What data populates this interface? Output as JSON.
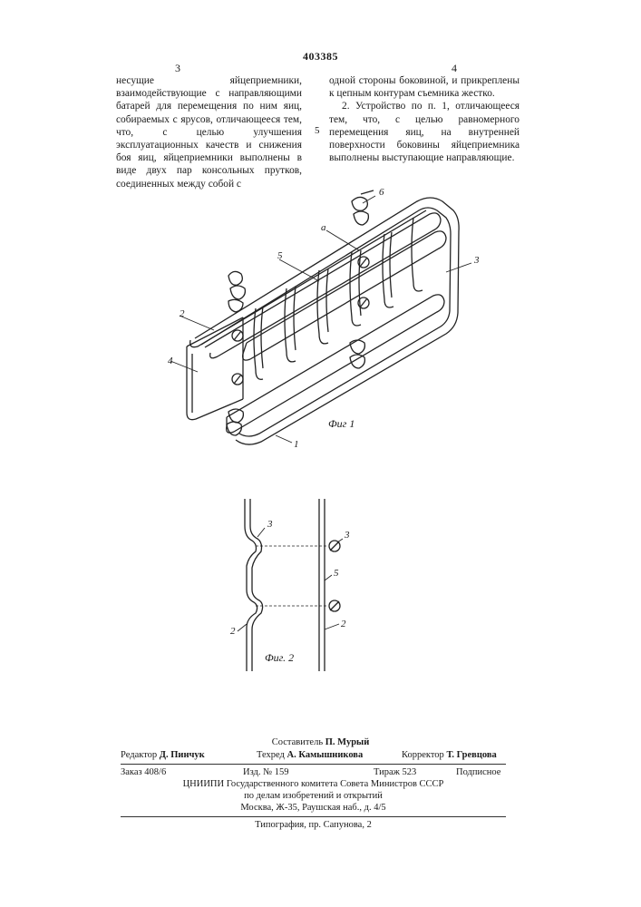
{
  "header": {
    "patent_number": "403385",
    "left_col_number": "3",
    "right_col_number": "4",
    "line_marker": "5"
  },
  "left_column": [
    "несущие яйцеприемники, взаимодействующие с направляющими батарей для перемещения по ним яиц, собираемых с ярусов, отличающееся тем, что, с целью улучшения эксплуатационных качеств и снижения боя яиц, яйцеприемники выполнены в виде двух пар консольных прутков, соединенных между собой с"
  ],
  "right_column": [
    "одной стороны боковиной, и прикреплены к цепным контурам съемника жестко.",
    "2. Устройство по п. 1, отличающееся тем, что, с целью равномерного перемещения яиц, на внутренней поверхности боковины яйцеприемника выполнены выступающие направляющие."
  ],
  "figures": {
    "fig1": {
      "caption": "Фиг 1",
      "callouts": {
        "c1": "1",
        "c2": "2",
        "c3": "3",
        "c4": "4",
        "c5": "5",
        "c6": "6",
        "ca": "а"
      }
    },
    "fig2": {
      "caption": "Фиг. 2",
      "callouts": {
        "l3": "3",
        "l2": "2",
        "r3": "3",
        "r5": "5",
        "r2": "2"
      }
    }
  },
  "footer": {
    "compiler_label": "Составитель",
    "compiler_name": "П. Мурый",
    "editor_label": "Редактор",
    "editor_name": "Д. Пинчук",
    "techred_label": "Техред",
    "techred_name": "А. Камышникова",
    "corrector_label": "Корректор",
    "corrector_name": "Т. Гревцова",
    "order": "Заказ 408/6",
    "edition": "Изд. № 159",
    "print_run": "Тираж 523",
    "subscription": "Подписное",
    "org_line1": "ЦНИИПИ Государственного комитета Совета Министров СССР",
    "org_line2": "по делам изобретений и открытий",
    "org_line3": "Москва, Ж-35, Раушская наб., д. 4/5",
    "printer": "Типография, пр. Сапунова, 2"
  }
}
